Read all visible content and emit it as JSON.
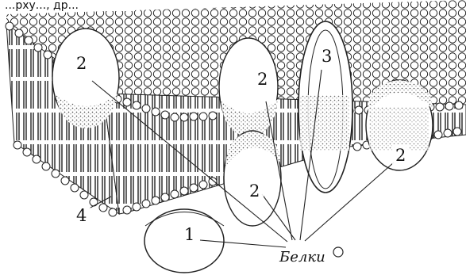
{
  "header_fragment": "...рху..., др...",
  "labels": {
    "one": "1",
    "two_topleft": "2",
    "two_center_upper": "2",
    "two_center_lower": "2",
    "two_right": "2",
    "three": "3",
    "four": "4"
  },
  "caption": "Белки"
}
